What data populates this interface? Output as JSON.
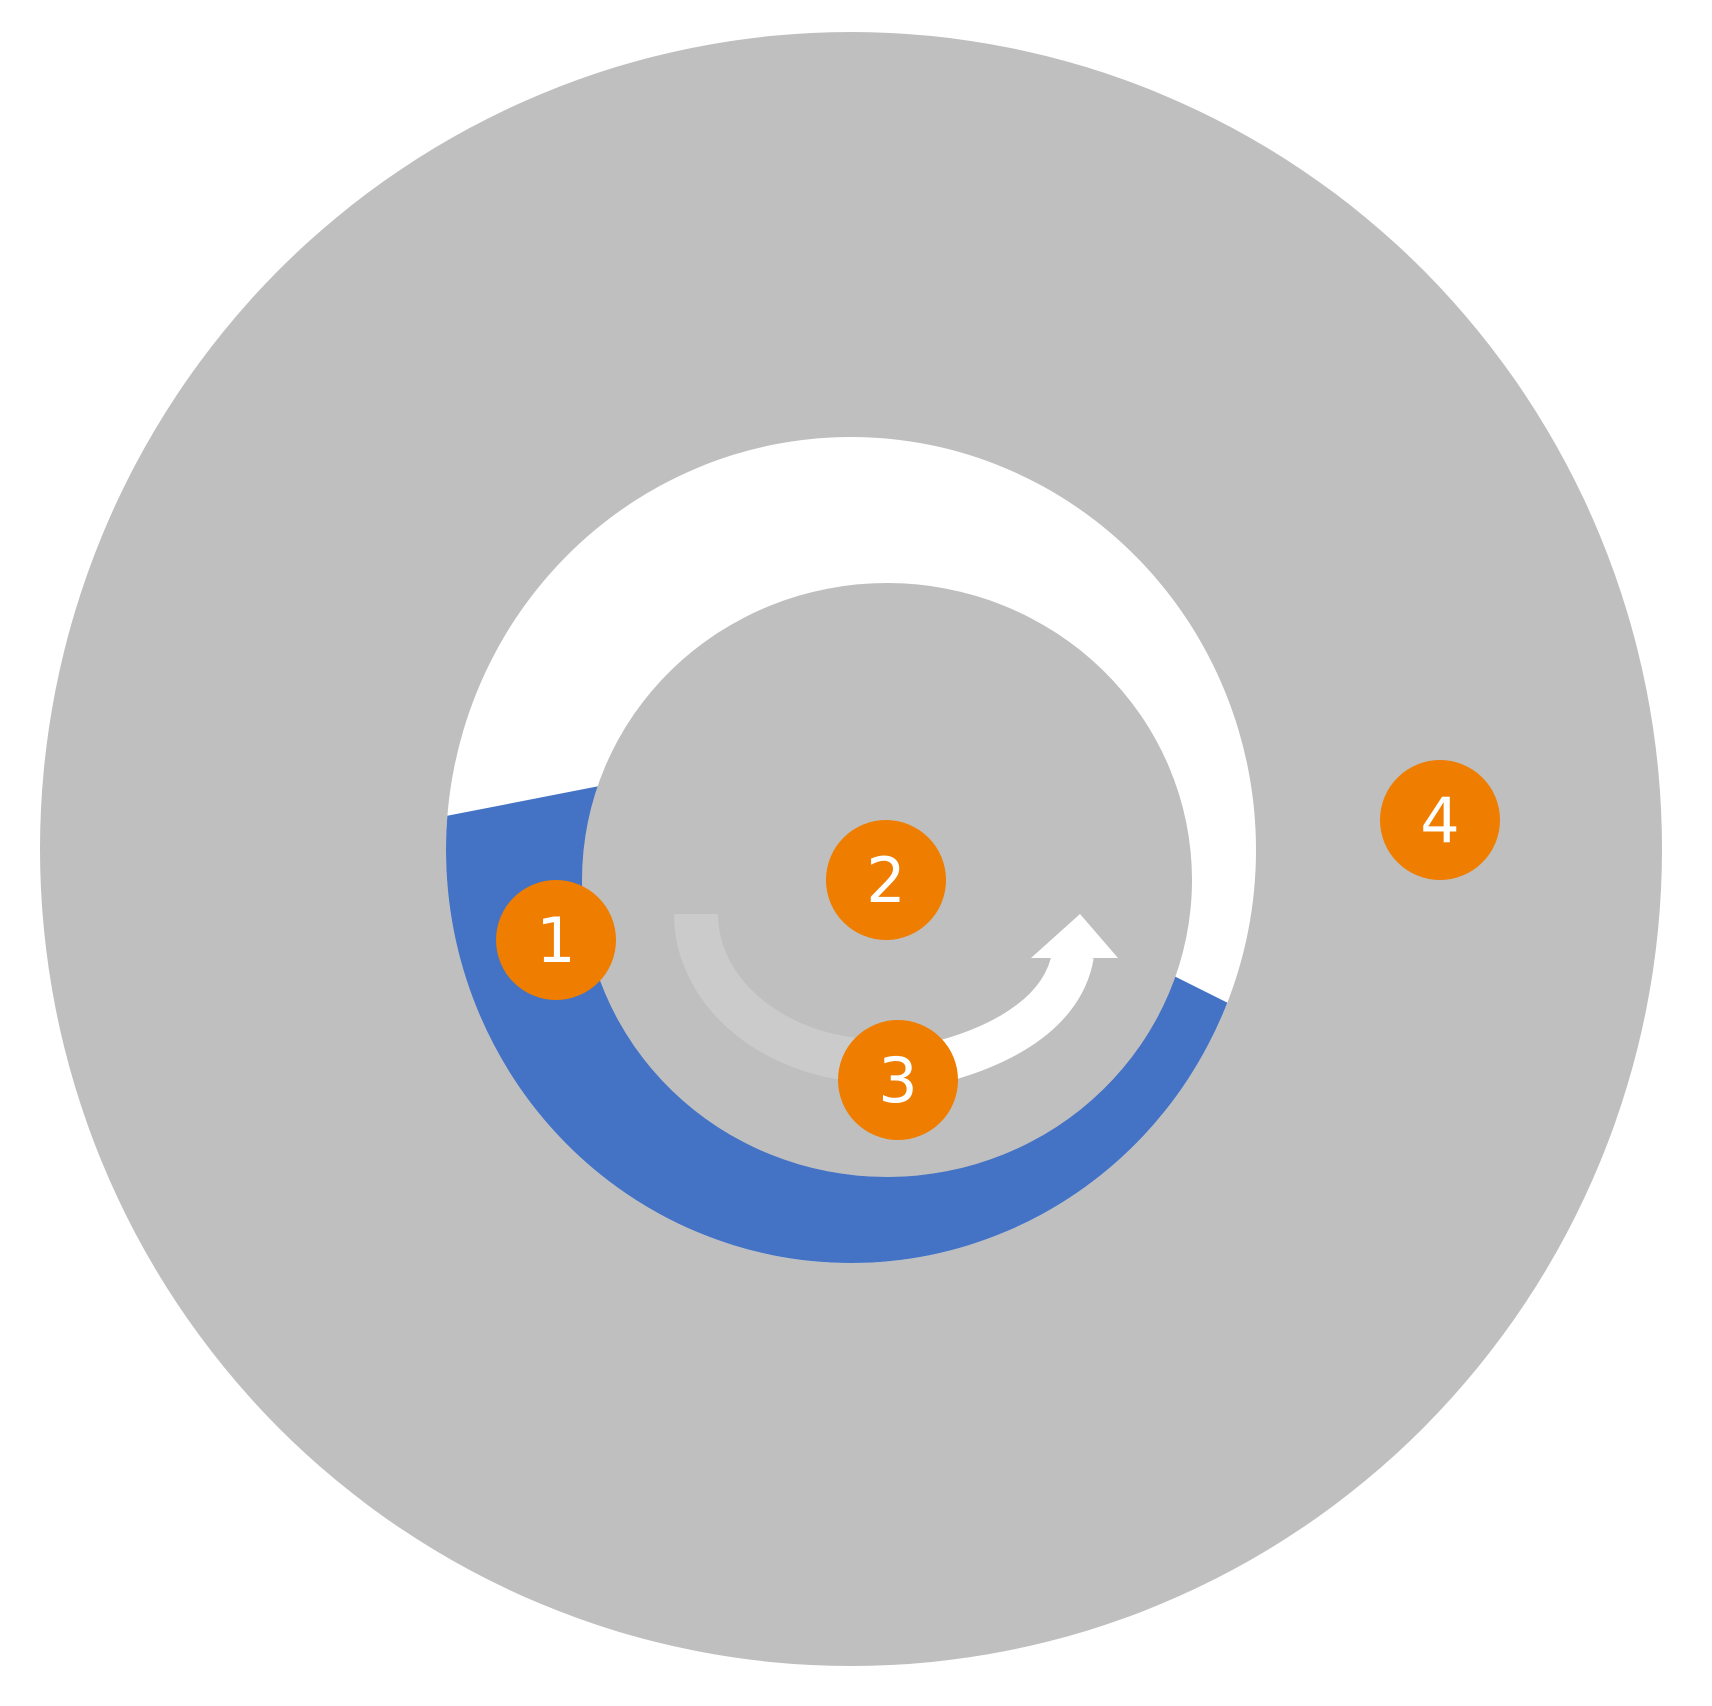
{
  "colors": {
    "background": "#ffffff",
    "outer_disc": "#bfbfbf",
    "ring_upper": "#ffffff",
    "ring_lower": "#4472c4",
    "inner_disc": "#bfbfbf",
    "badge": "#ee7d00",
    "badge_text": "#ffffff",
    "gray_arc": "#cbcbcb",
    "white_arrow": "#ffffff"
  },
  "badges": [
    {
      "id": "1",
      "label": "1"
    },
    {
      "id": "2",
      "label": "2"
    },
    {
      "id": "3",
      "label": "3"
    },
    {
      "id": "4",
      "label": "4"
    }
  ]
}
